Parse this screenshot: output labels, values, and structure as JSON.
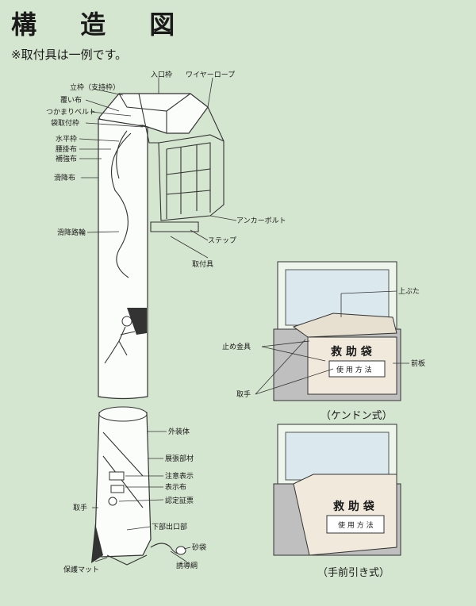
{
  "title": "構 造 図",
  "note": "※取付具は一例です。",
  "labels": {
    "iriguchi_waku": "入口枠",
    "wire_rope": "ワイヤーロープ",
    "tatewaku": "立枠（支持枠）",
    "ooinuno": "覆い布",
    "tsukamari_belt": "つかまりベルト",
    "fukuro_toritsuke_waku": "袋取付枠",
    "suihei_waku": "水平枠",
    "koshikake_nuno": "腰掛布",
    "hokyo_nuno": "補強布",
    "kakkou_nuno": "滑降布",
    "kakkou_rowa": "滑降路輪",
    "anchor_bolt": "アンカーボルト",
    "step": "ステップ",
    "toritsuke_gu": "取付具",
    "gaisoutai": "外装体",
    "kouchou_buzai": "展張部材",
    "chuui_hyouji": "注意表示",
    "hyouji_nuno": "表示布",
    "nintei_shoushi": "認定証票",
    "totte_left": "取手",
    "kabu_deguchi": "下部出口部",
    "sunabukuro": "砂袋",
    "hogo_mat": "保護マット",
    "yuudou_tsuna": "誘導綱",
    "uebuta": "上ぶた",
    "tome_kanagu": "止め金具",
    "maeita": "前板",
    "totte_box": "取手"
  },
  "box1": {
    "plate_title": "救 助 袋",
    "plate_sub": "使 用 方 法",
    "caption": "（ケンドン式）"
  },
  "box2": {
    "plate_title": "救 助 袋",
    "plate_sub": "使 用 方 法",
    "caption": "（手前引き式）"
  }
}
